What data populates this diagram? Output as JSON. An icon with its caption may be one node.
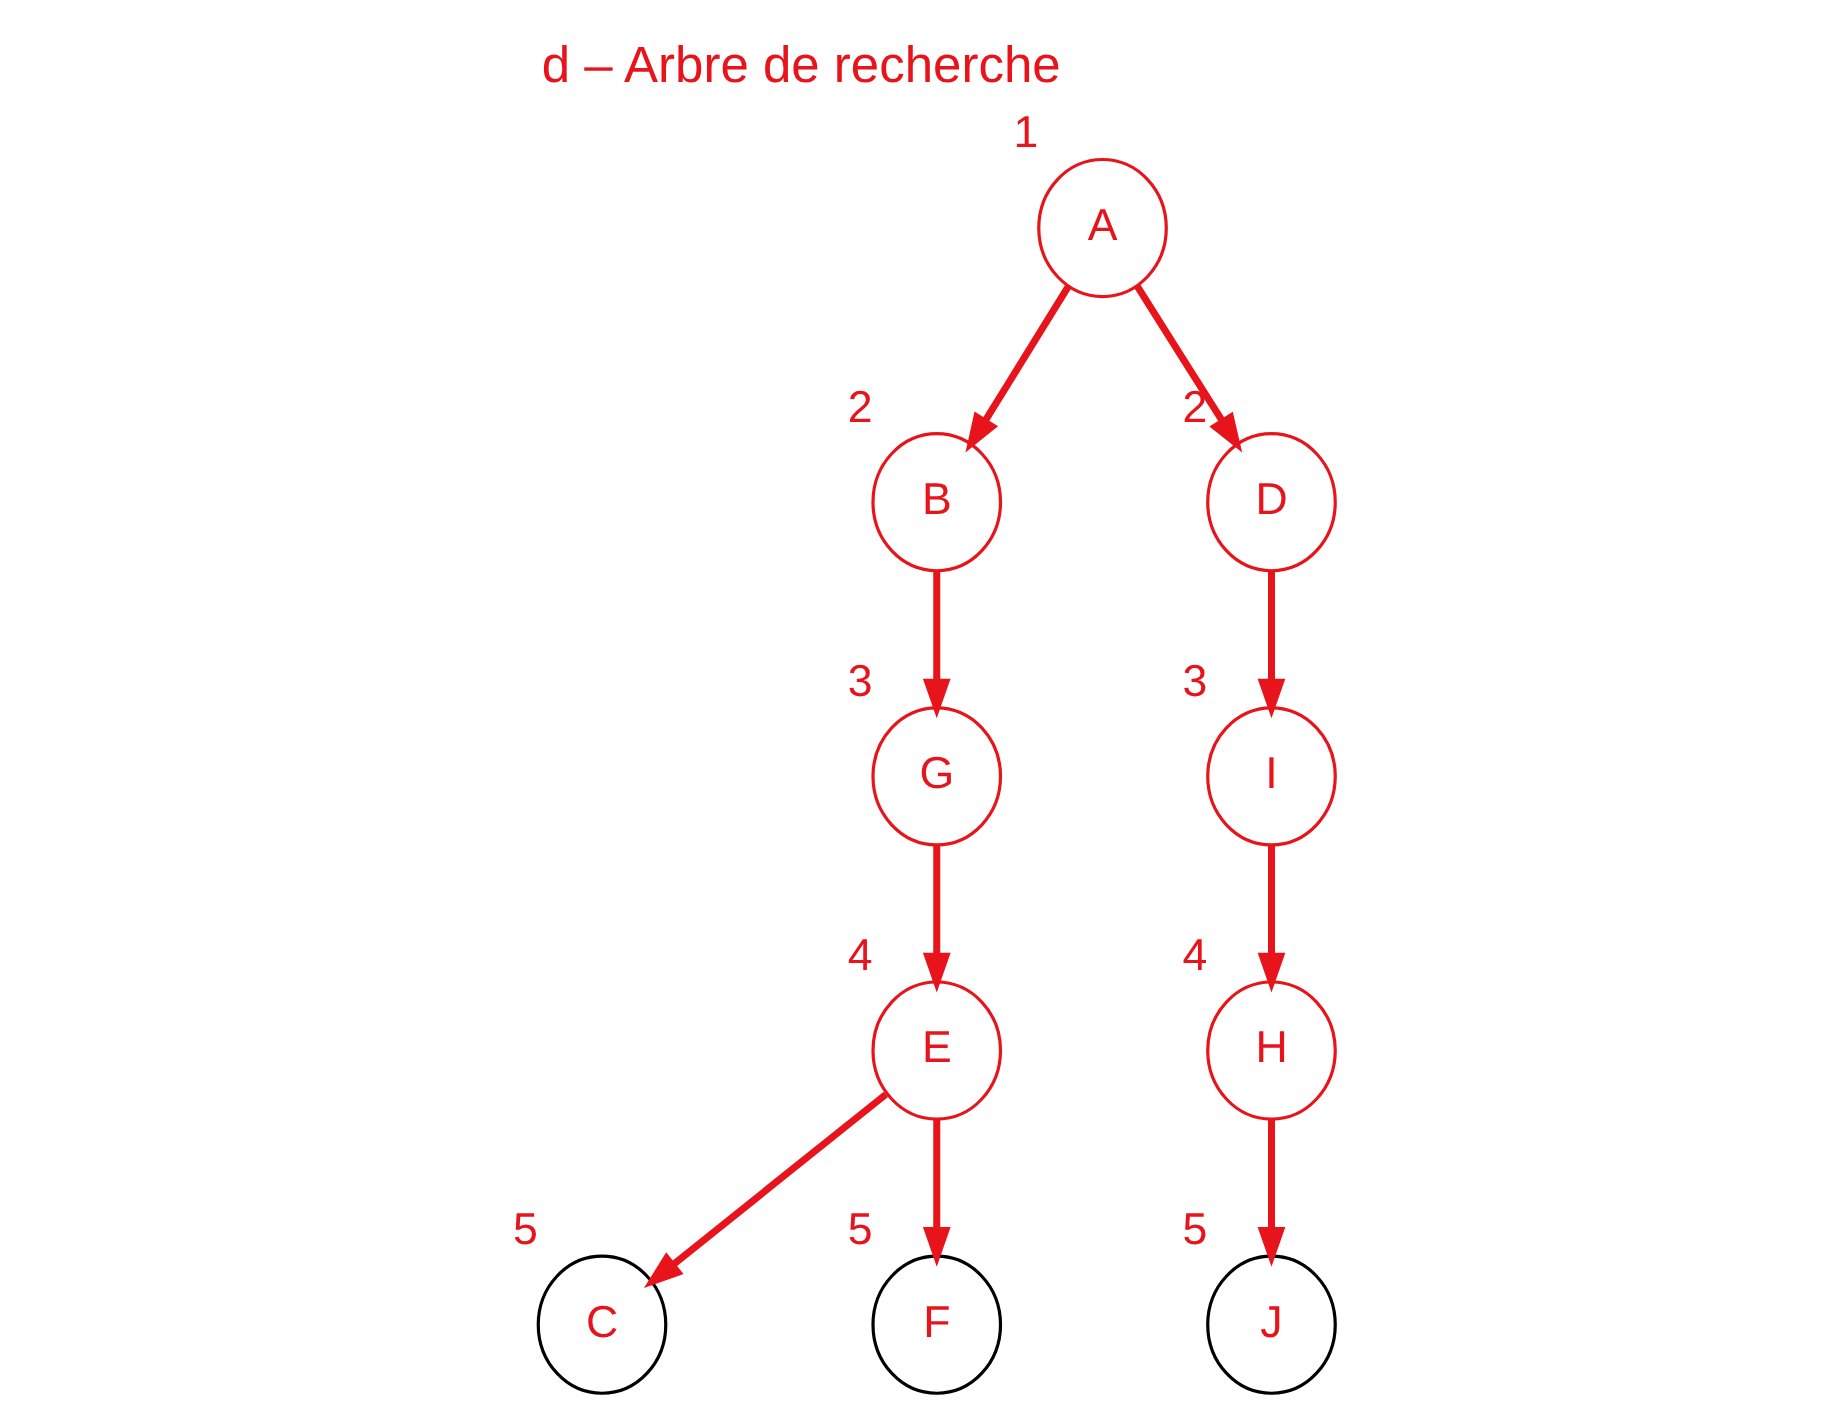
{
  "diagram": {
    "title": "d – Arbre de recherche",
    "nodes": [
      {
        "text": [
          "A"
        ],
        "beside": [
          "1"
        ]
      },
      {
        "text": [
          "B"
        ],
        "beside": [
          "2"
        ]
      },
      {
        "text": [
          "D"
        ],
        "beside": [
          "2"
        ]
      },
      {
        "text": [
          "G"
        ],
        "beside": [
          "3"
        ]
      },
      {
        "text": [
          "C"
        ],
        "beside": [
          "5"
        ]
      },
      {
        "text": [
          "I"
        ],
        "beside": [
          "3"
        ]
      },
      {
        "text": [
          "E"
        ],
        "beside": [
          "4"
        ]
      },
      {
        "text": [
          "H"
        ],
        "beside": [
          "4"
        ]
      },
      {
        "text": [
          "F"
        ],
        "beside": [
          "5"
        ]
      },
      {
        "text": [
          "J"
        ],
        "beside": [
          "5"
        ]
      }
    ],
    "edges": [
      {
        "from": 0,
        "to": 1,
        "arrow": "to"
      },
      {
        "from": 0,
        "to": 2,
        "arrow": "to"
      },
      {
        "from": 1,
        "to": 3,
        "arrow": "to"
      },
      {
        "from": 2,
        "to": 5,
        "arrow": "to"
      },
      {
        "from": 3,
        "to": 6,
        "arrow": "to"
      },
      {
        "from": 6,
        "to": 4,
        "arrow": "to"
      },
      {
        "from": 5,
        "to": 7,
        "arrow": "to"
      },
      {
        "from": 6,
        "to": 8,
        "arrow": "to"
      },
      {
        "from": 7,
        "to": 9,
        "arrow": "to"
      }
    ]
  }
}
